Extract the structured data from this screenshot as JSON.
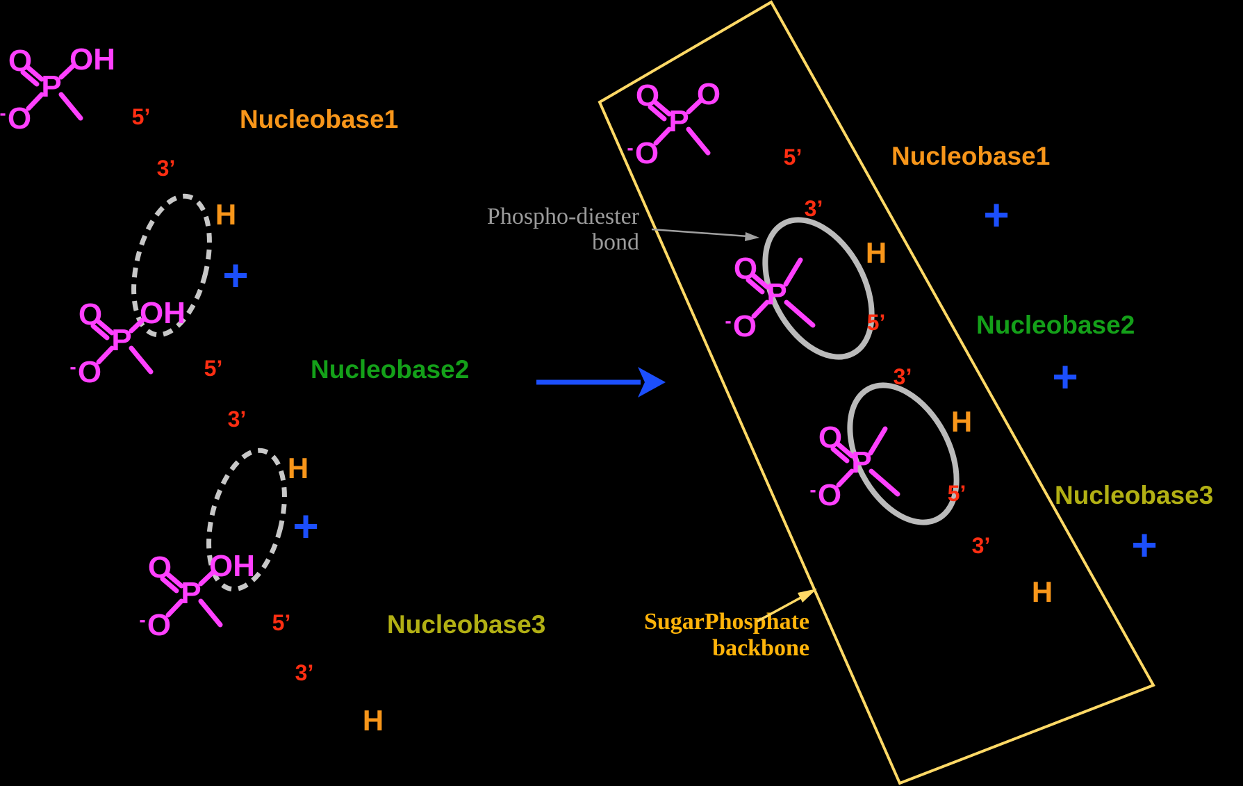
{
  "colors": {
    "background": "#000000",
    "phosphate_magenta": "#FF40FF",
    "prime_red": "#FF2E12",
    "orange": "#F8961A",
    "green": "#14A019",
    "olive": "#B2B014",
    "blue": "#1C4FFC",
    "circle_gray_dashed": "#C8C8C8",
    "circle_gray_solid": "#BBBBBB",
    "annotation_gray": "#9C9C9C",
    "leader_gray": "#A0A0A0",
    "box_yellow": "#FFD966",
    "backbone_amber": "#FFB40A"
  },
  "glyphs": {
    "o": "O",
    "oh": "OH",
    "p": "P",
    "minus": "-",
    "h": "H",
    "plus": "+",
    "five_prime": "5’",
    "three_prime": "3’"
  },
  "nucleobases": {
    "n1": "Nucleobase1",
    "n2": "Nucleobase2",
    "n3": "Nucleobase3"
  },
  "annotations": {
    "phosphodiester_line1": "Phospho-diester",
    "phosphodiester_line2": "bond",
    "backbone_line1": "SugarPhosphate",
    "backbone_line2": "backbone"
  }
}
